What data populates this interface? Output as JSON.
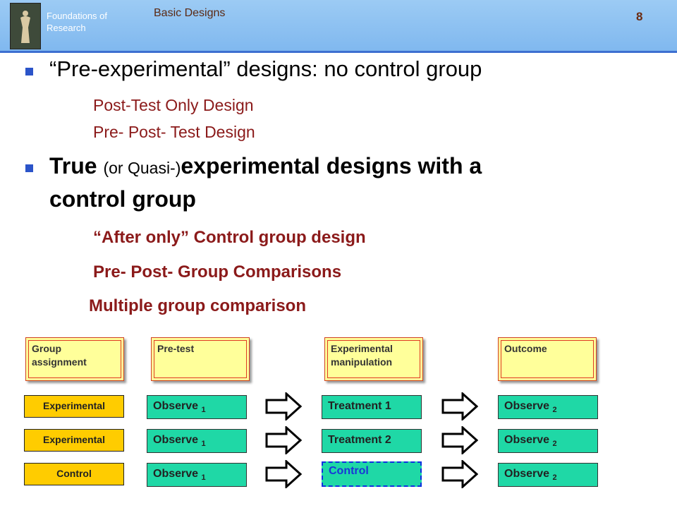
{
  "header": {
    "org": "Foundations of Research",
    "subtitle": "Basic Designs",
    "page_number": "8"
  },
  "bullets": [
    {
      "text": "“Pre-experimental” designs: no control group",
      "subitems": [
        "Post-Test Only Design",
        "Pre- Post- Test Design"
      ]
    },
    {
      "text_bold_1": "True ",
      "text_normal": "(or Quasi-)",
      "text_bold_2": "experimental designs with a",
      "text_bold_3": "control group",
      "subitems": [
        "“After only”  Control group design",
        "Pre- Post- Group Comparisons",
        "Multiple group comparison"
      ]
    }
  ],
  "diagram": {
    "headers": [
      "Group assignment",
      "Pre-test",
      "Experimental manipulation",
      "Outcome"
    ],
    "rows": [
      {
        "group": "Experimental",
        "pretest": "Observe",
        "pretest_sub": "1",
        "manipulation": "Treatment 1",
        "outcome": "Observe",
        "outcome_sub": "2"
      },
      {
        "group": "Experimental",
        "pretest": "Observe",
        "pretest_sub": "1",
        "manipulation": "Treatment 2",
        "outcome": "Observe",
        "outcome_sub": "2"
      },
      {
        "group": "Control",
        "pretest": "Observe",
        "pretest_sub": "1",
        "manipulation": "Control",
        "outcome": "Observe",
        "outcome_sub": "2"
      }
    ]
  },
  "colors": {
    "header_bg": "#8fc2f2",
    "bullet": "#2b54c9",
    "subitem_text": "#8b1a1a",
    "group_box": "#ffcc00",
    "observe_box": "#1fd8a6",
    "header_box": "#ffff9a"
  }
}
